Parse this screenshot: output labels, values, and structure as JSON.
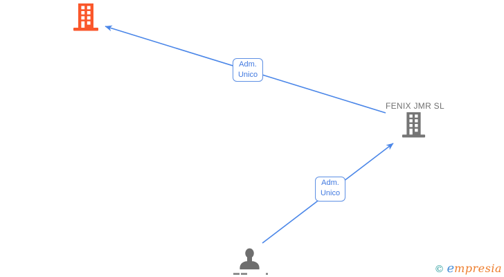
{
  "graph": {
    "edges": [
      {
        "label_lines": [
          "Adm.",
          "Unico"
        ]
      },
      {
        "label_lines": [
          "Adm.",
          "Unico"
        ]
      }
    ],
    "nodes": {
      "company_highlighted": {
        "type": "company"
      },
      "company_fenix": {
        "type": "company",
        "label": "FENIX JMR SL"
      },
      "person": {
        "type": "person",
        "label_cut_off_at_bottom": true
      }
    }
  },
  "watermark": {
    "copyright_symbol": "©",
    "brand_first_letter": "e",
    "brand_rest": "mpresia"
  },
  "colors": {
    "edge_blue": "#4a86e8",
    "edge_label_text": "#4179e0",
    "edge_label_border": "#5d8fe4",
    "company_highlight_orange": "#fa572b",
    "node_gray": "#757575",
    "node_label_gray": "#6f6f6f",
    "watermark_teal": "#2a9d9d",
    "watermark_blue": "#4a90d9",
    "watermark_orange": "#ee7d2c"
  }
}
